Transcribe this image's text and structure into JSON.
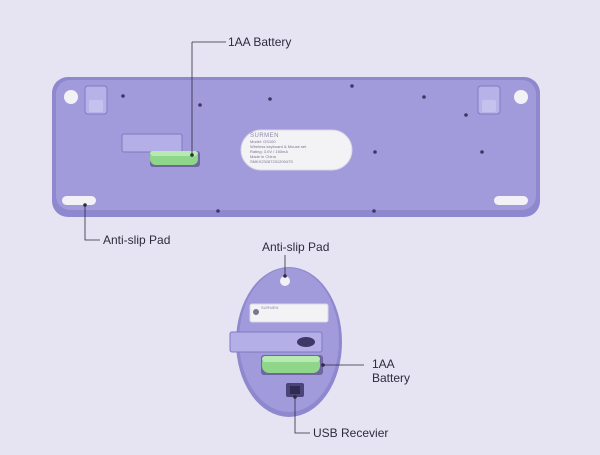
{
  "callouts": {
    "keyboard_battery": "1AA Battery",
    "keyboard_antislip": "Anti-slip Pad",
    "mouse_antislip": "Anti-slip Pad",
    "mouse_battery_line1": "1AA",
    "mouse_battery_line2": "Battery",
    "usb_receiver": "USB Recevier"
  },
  "keyboard_label": {
    "brand": "SURMEN",
    "model": "Model: GS100",
    "line2": "Wireless keyboard & Mouse set",
    "line3": "Rating: 3.0V / 150mA",
    "line4": "Made in China",
    "serial": "SMKX2328723120047S"
  },
  "mouse_label": {
    "brand": "SURMEN"
  },
  "colors": {
    "background": "#e6e3f3",
    "device_body": "#9d97d6",
    "battery": "#8fd68a",
    "pad": "#f2f1f6"
  }
}
